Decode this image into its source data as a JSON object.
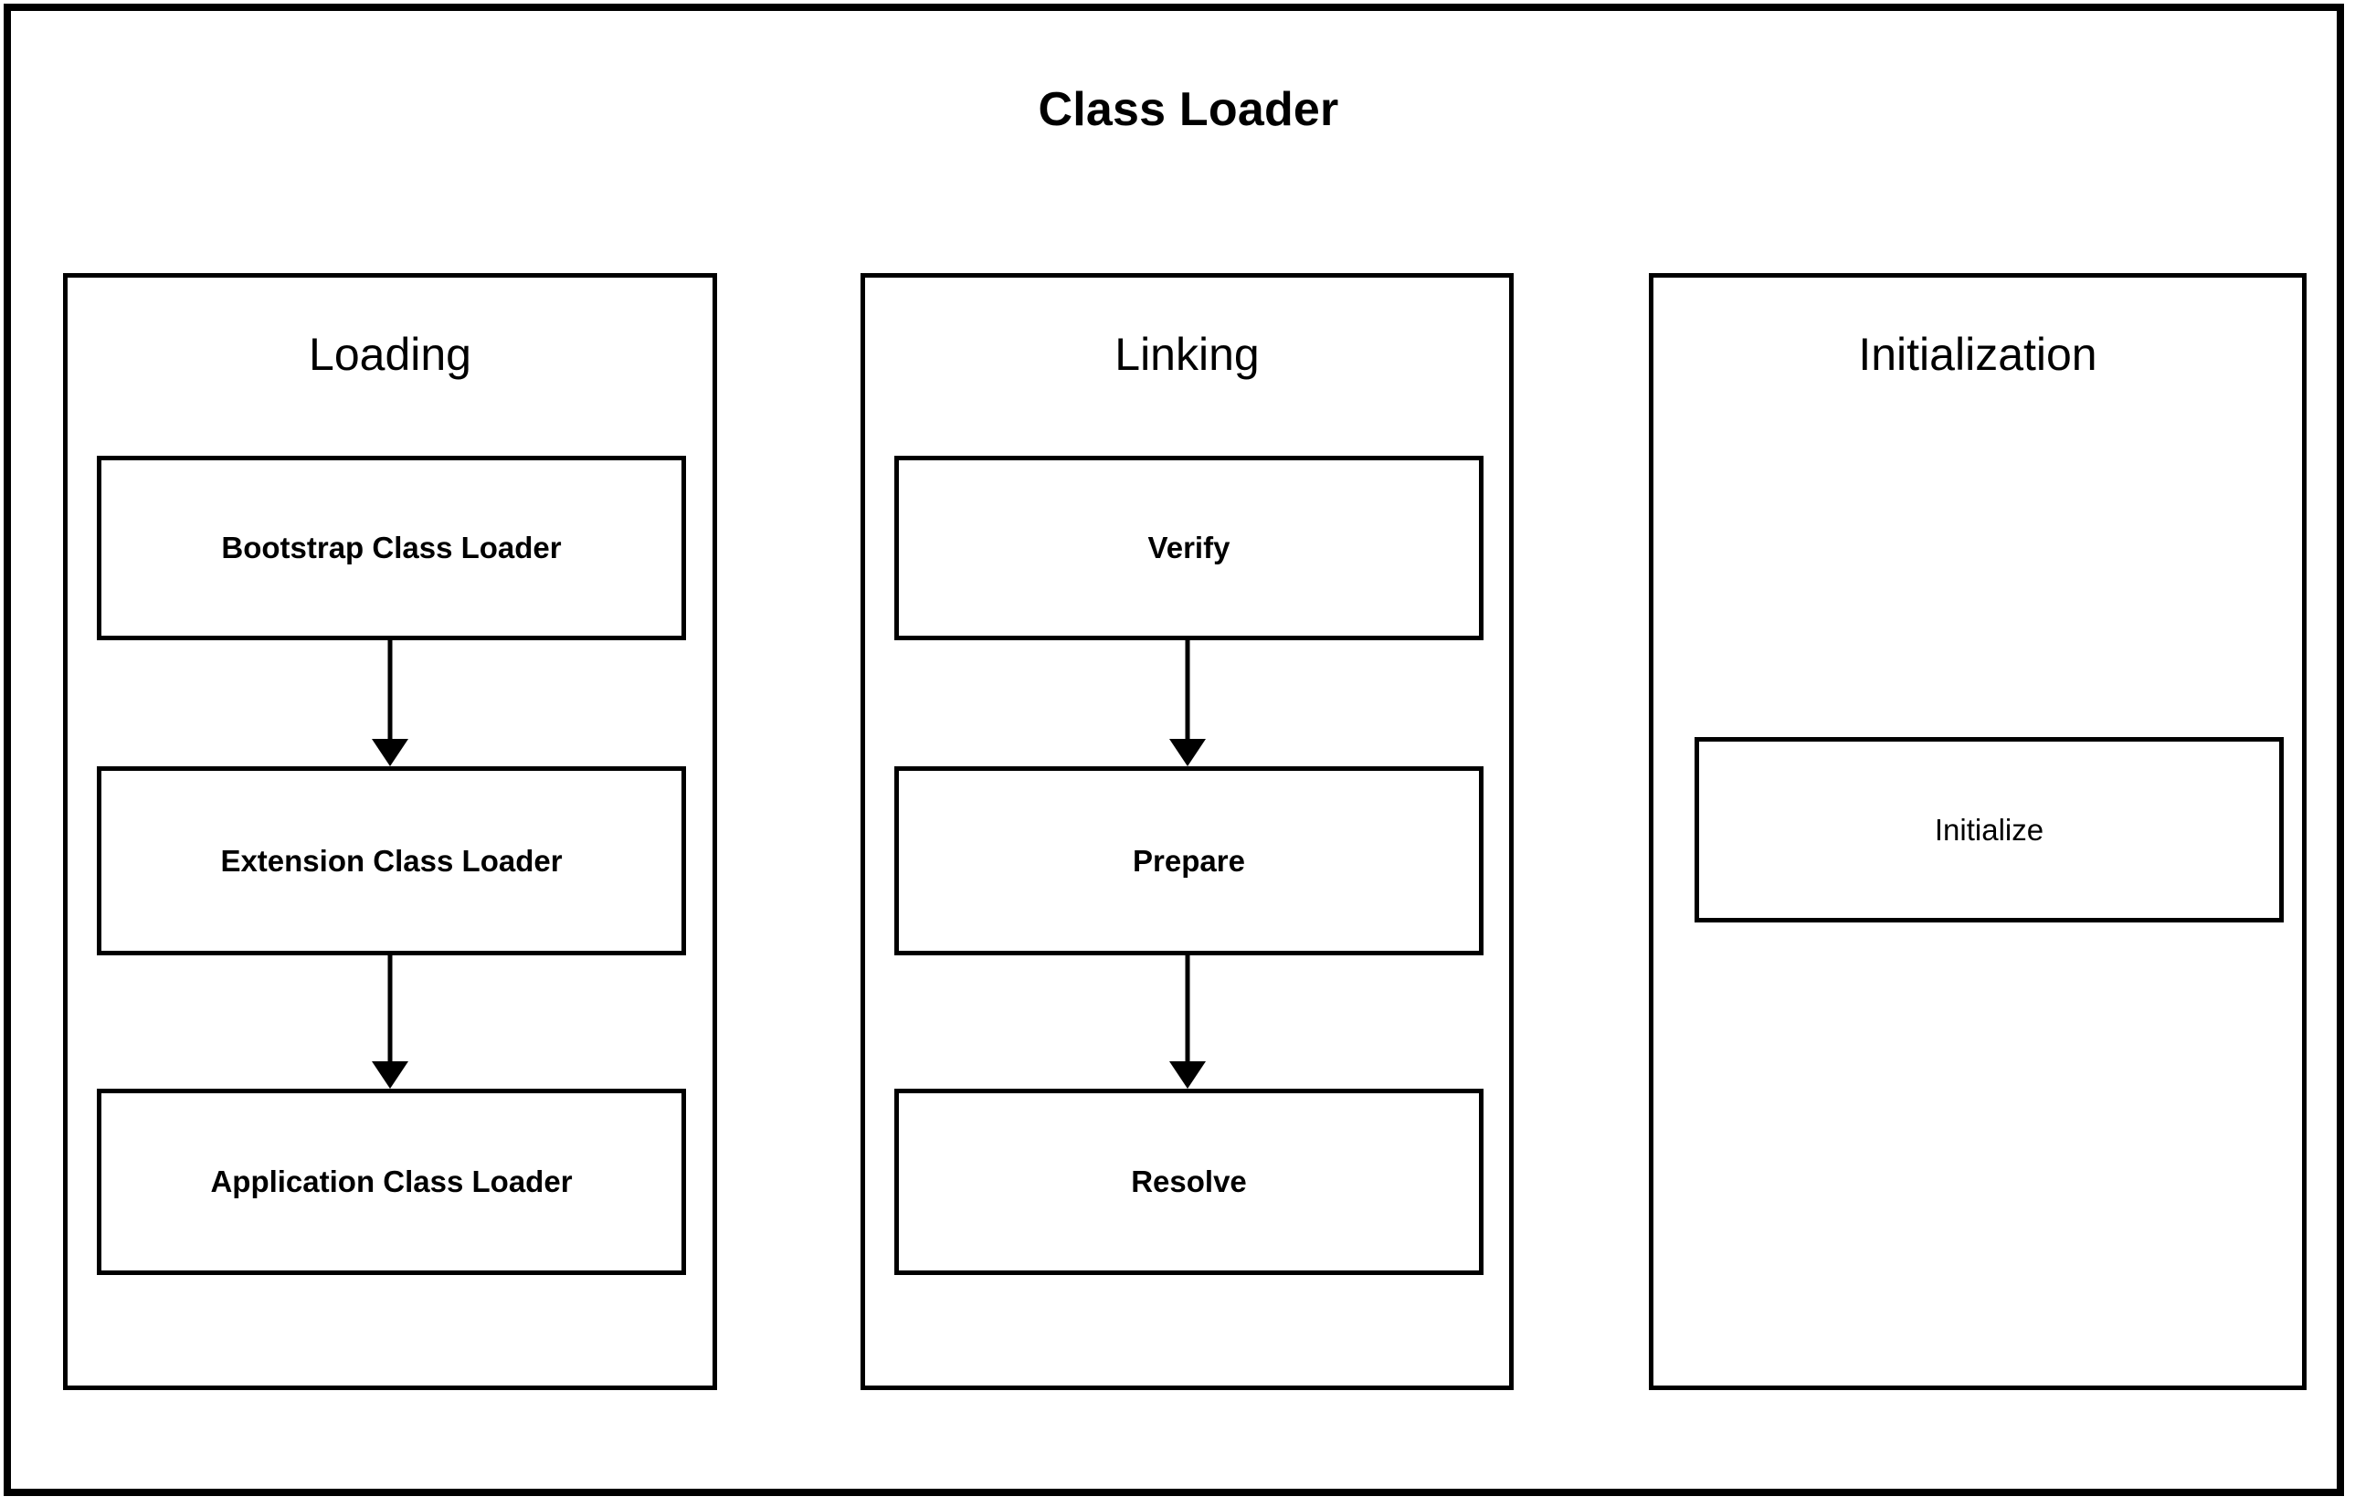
{
  "diagram": {
    "title": "Class Loader",
    "type": "flowchart",
    "background_color": "#ffffff",
    "line_color": "#000000",
    "text_color": "#000000",
    "phases": [
      {
        "name": "Loading",
        "steps": [
          {
            "label": "Bootstrap Class Loader"
          },
          {
            "label": "Extension Class Loader"
          },
          {
            "label": "Application Class Loader"
          }
        ],
        "connectors": [
          {
            "from": "Bootstrap Class Loader",
            "to": "Extension Class Loader",
            "style": "arrow-down"
          },
          {
            "from": "Extension Class Loader",
            "to": "Application Class Loader",
            "style": "arrow-down"
          }
        ]
      },
      {
        "name": "Linking",
        "steps": [
          {
            "label": "Verify"
          },
          {
            "label": "Prepare"
          },
          {
            "label": "Resolve"
          }
        ],
        "connectors": [
          {
            "from": "Verify",
            "to": "Prepare",
            "style": "arrow-down"
          },
          {
            "from": "Prepare",
            "to": "Resolve",
            "style": "arrow-down"
          }
        ]
      },
      {
        "name": "Initialization",
        "steps": [
          {
            "label": "Initialize"
          }
        ],
        "connectors": []
      }
    ]
  }
}
